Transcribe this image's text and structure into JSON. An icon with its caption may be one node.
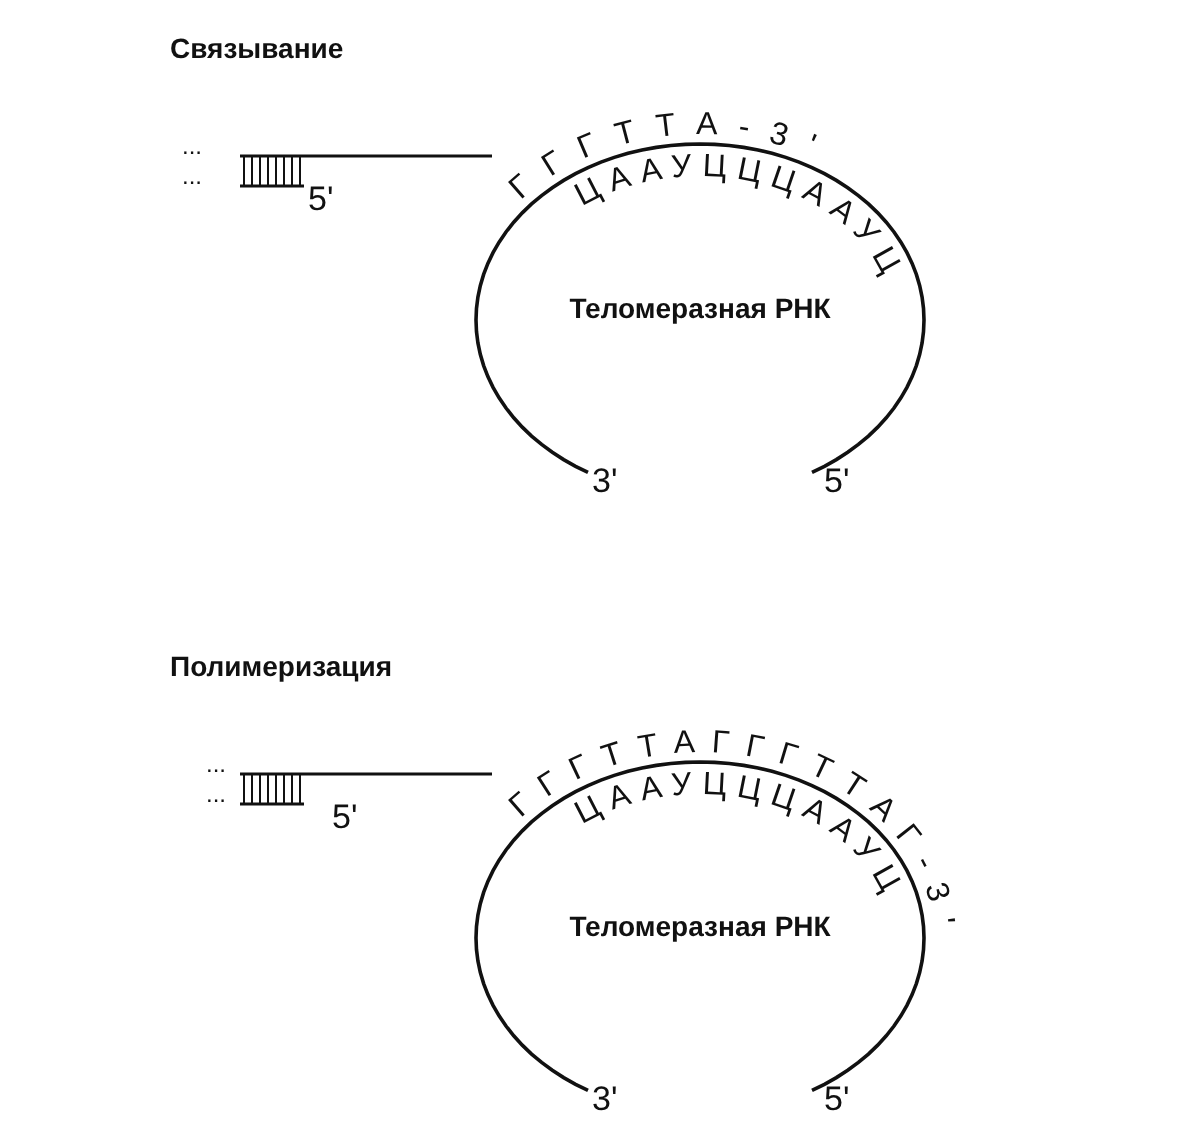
{
  "diagram": {
    "nodes": [
      {
        "text": [
          "Теломеразная РНК"
        ]
      },
      {
        "text": [
          "Теломеразная РНК"
        ]
      }
    ],
    "labels": [
      "Связывание",
      "...",
      "...",
      "5'",
      "ГГГТТА-3'",
      "ЦААУЦЦЦААУЦ",
      "3'",
      "5'",
      "Полимеризация",
      "...",
      "...",
      "5'",
      "ГГГТТАГГГТТАГ-3'",
      "ЦААУЦЦЦААУЦ",
      "3'",
      "5'"
    ]
  }
}
